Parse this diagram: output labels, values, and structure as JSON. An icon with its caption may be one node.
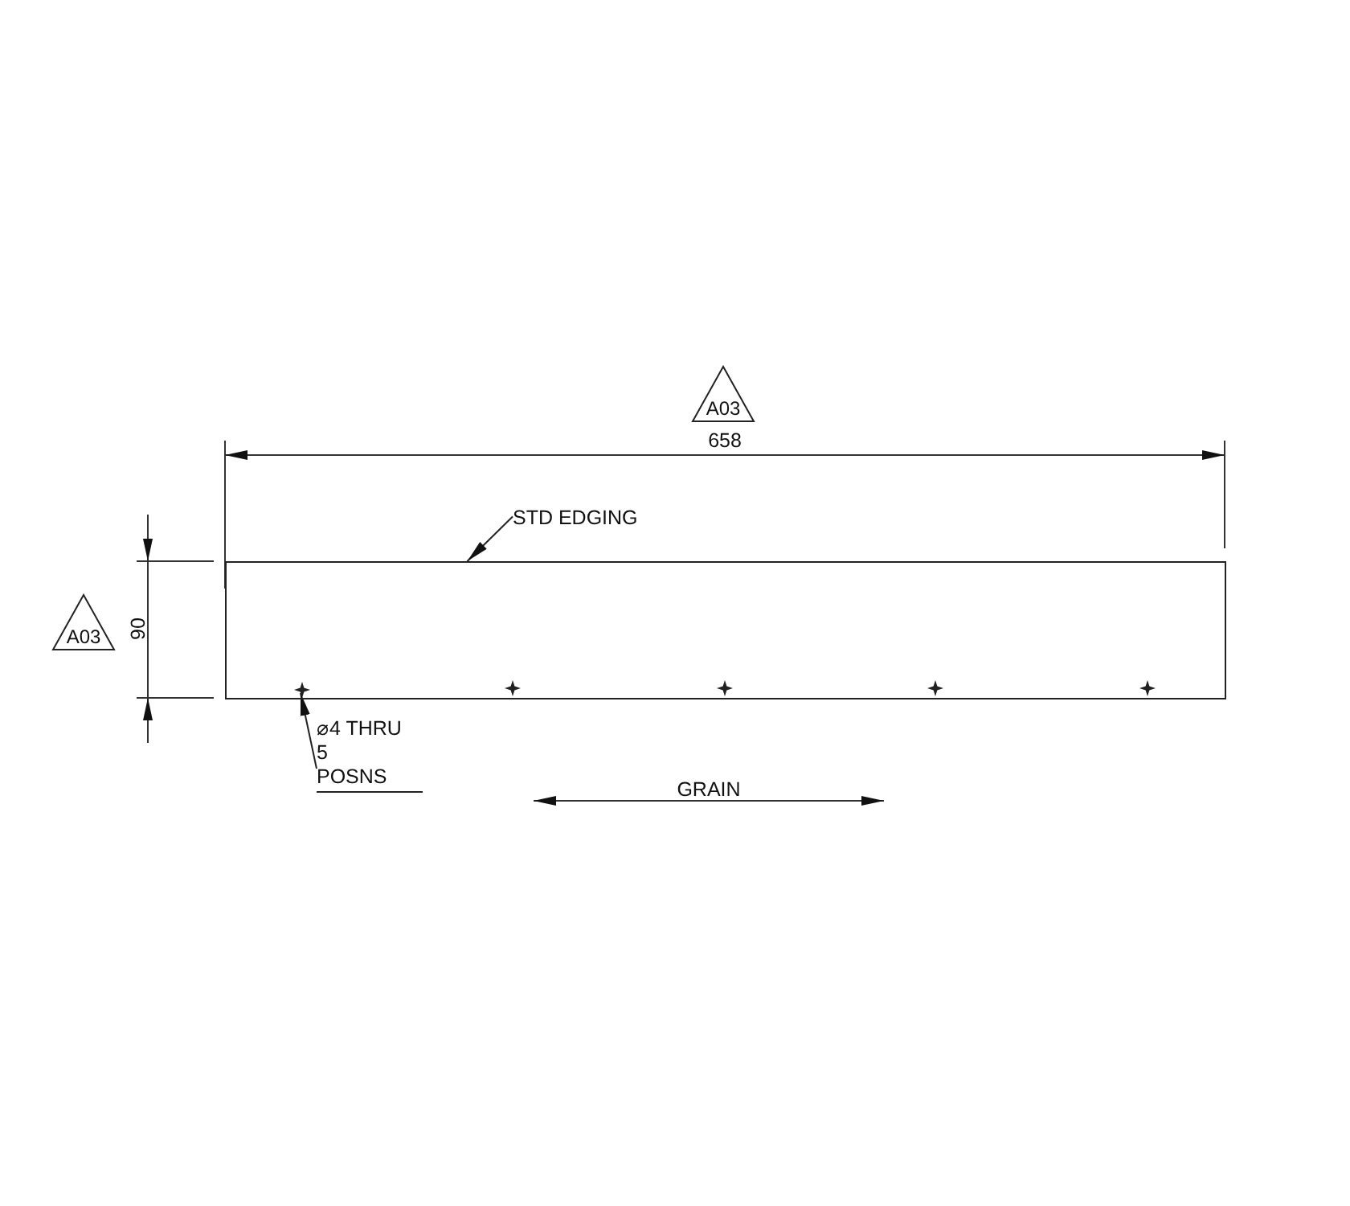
{
  "diagram": {
    "nodes": [
      {
        "text": [
          "A03"
        ]
      },
      {
        "text": [
          "STD EDGING"
        ]
      },
      {
        "text": [
          "A03"
        ]
      },
      {
        "text": [],
        "shape": "box"
      },
      {
        "text": [],
        "shape": "hole",
        "in": 3
      },
      {
        "text": [
          "⌀4 THRU 5 POSNS"
        ]
      }
    ],
    "edges": [
      {
        "from": 1,
        "to": 3,
        "arrow": "to"
      },
      {
        "from": 5,
        "to": 4,
        "arrow": "to"
      }
    ],
    "labels": [
      "658",
      "90",
      "GRAIN"
    ]
  }
}
